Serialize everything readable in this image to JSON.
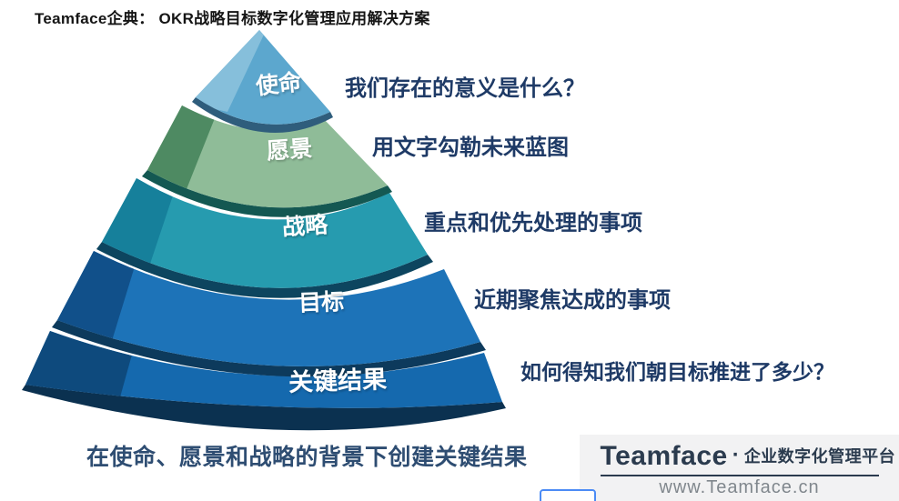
{
  "title": "Teamface企典： OKR战略目标数字化管理应用解决方案",
  "pyramid": {
    "levels": [
      {
        "label": "使命",
        "description": "我们存在的意义是什么？",
        "color": "#5ca7ce"
      },
      {
        "label": "愿景",
        "description": "用文字勾勒未来蓝图",
        "color": "#8fbc98"
      },
      {
        "label": "战略",
        "description": "重点和优先处理的事项",
        "color": "#269baf"
      },
      {
        "label": "目标",
        "description": "近期聚焦达成的事项",
        "color": "#1d73b8"
      },
      {
        "label": "关键结果",
        "description": "如何得知我们朝目标推进了多少？",
        "color": "#1569ae"
      }
    ],
    "caption": "在使命、愿景和战略的背景下创建关键结果"
  },
  "footer": {
    "brand": "Teamface",
    "separator": "·",
    "tagline": "企业数字化管理平台",
    "website": "www.Teamface.cn"
  },
  "colors": {
    "annotation_text": "#1e3a66",
    "caption_text": "#2e4d72",
    "title_text": "#151515",
    "footer_background": "#f2f2f3",
    "brand_text": "#2b3b4e",
    "website_text": "#80878d",
    "button_border": "#4b8bf5",
    "level_shadow_sides": [
      "#86bfdb",
      "#4e8a62",
      "#16809b",
      "#11508a",
      "#0e4a7d"
    ],
    "level_undersides": [
      "#2f5d7c",
      "#145852",
      "#0d455f",
      "#0d3a5c",
      "#0b3150"
    ]
  }
}
